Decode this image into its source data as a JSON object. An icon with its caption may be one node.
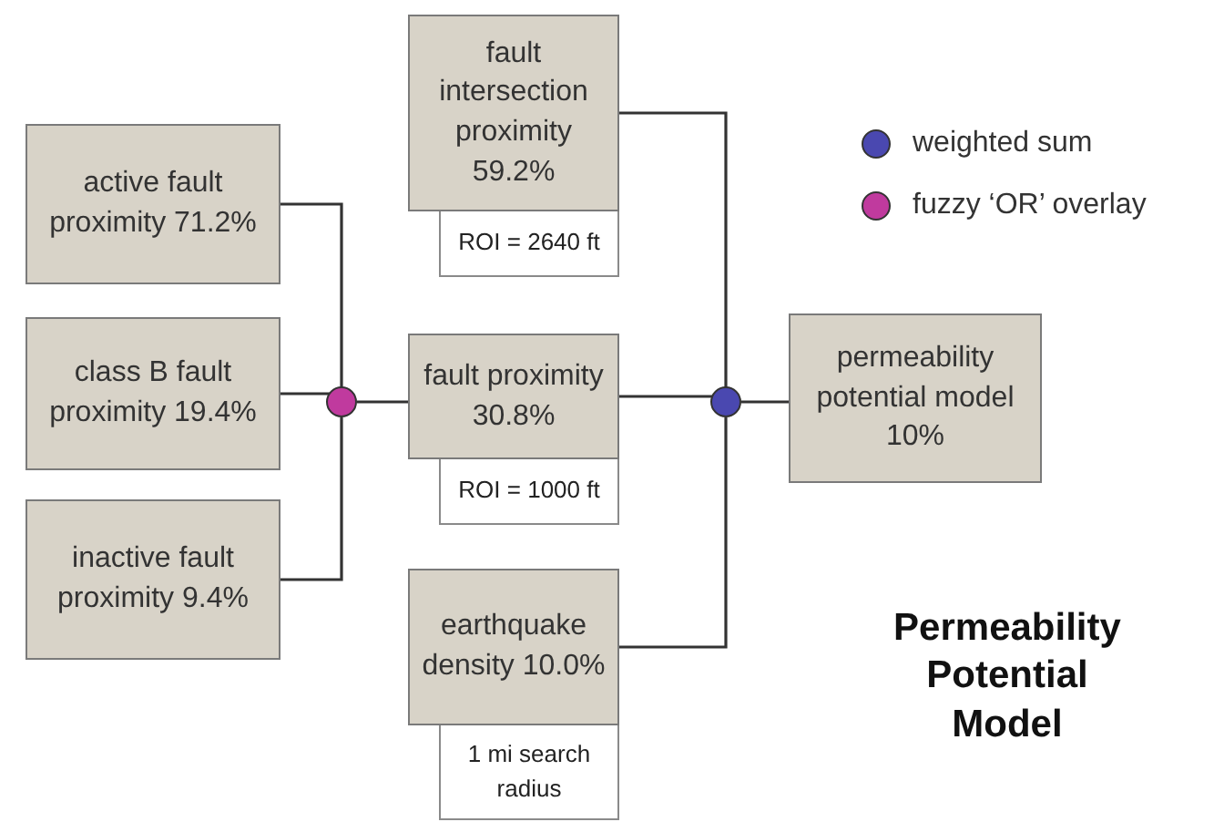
{
  "diagram": {
    "title": "Permeability Potential Model",
    "nodes": [
      {
        "text": [
          "active fault proximity 71.2%"
        ]
      },
      {
        "text": [
          "class B fault proximity 19.4%"
        ]
      },
      {
        "text": [
          "inactive fault proximity 9.4%"
        ]
      },
      {
        "text": [],
        "shape": "circle"
      },
      {
        "text": [
          "fault intersection proximity 59.2%"
        ],
        "beside": [
          "ROI = 2640 ft"
        ]
      },
      {
        "text": [
          "fault proximity 30.8%"
        ],
        "beside": [
          "ROI = 1000 ft"
        ]
      },
      {
        "text": [
          "earthquake density 10.0%"
        ],
        "beside": [
          "1 mi search radius"
        ]
      },
      {
        "text": [],
        "shape": "circle"
      },
      {
        "text": [
          "permeability potential model 10%"
        ]
      }
    ],
    "edges": [
      {
        "from": 0,
        "to": 3,
        "arrow": "none"
      },
      {
        "from": 1,
        "to": 3,
        "arrow": "none"
      },
      {
        "from": 2,
        "to": 3,
        "arrow": "none"
      },
      {
        "from": 3,
        "to": 5,
        "arrow": "none"
      },
      {
        "from": 4,
        "to": 7,
        "arrow": "none"
      },
      {
        "from": 5,
        "to": 7,
        "arrow": "none"
      },
      {
        "from": 6,
        "to": 7,
        "arrow": "none"
      },
      {
        "from": 7,
        "to": 8,
        "arrow": "none"
      }
    ],
    "legend": [
      {
        "text": "weighted sum",
        "color": "#4a48b0"
      },
      {
        "text": "fuzzy ‘OR’ overlay",
        "color": "#c03a9e"
      }
    ]
  }
}
